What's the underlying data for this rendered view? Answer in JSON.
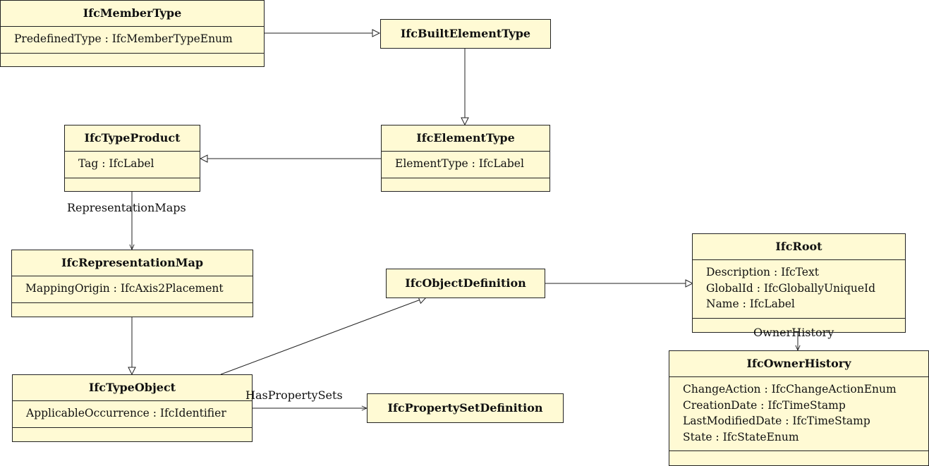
{
  "classes": {
    "member_type": {
      "name": "IfcMemberType",
      "attrs": [
        "PredefinedType : IfcMemberTypeEnum"
      ]
    },
    "built_element_type": {
      "name": "IfcBuiltElementType"
    },
    "type_product": {
      "name": "IfcTypeProduct",
      "attrs": [
        "Tag : IfcLabel"
      ]
    },
    "element_type": {
      "name": "IfcElementType",
      "attrs": [
        "ElementType : IfcLabel"
      ]
    },
    "representation_map": {
      "name": "IfcRepresentationMap",
      "attrs": [
        "MappingOrigin : IfcAxis2Placement"
      ]
    },
    "object_definition": {
      "name": "IfcObjectDefinition"
    },
    "root": {
      "name": "IfcRoot",
      "attrs": [
        "Description : IfcText",
        "GlobalId : IfcGloballyUniqueId",
        "Name : IfcLabel"
      ]
    },
    "type_object": {
      "name": "IfcTypeObject",
      "attrs": [
        "ApplicableOccurrence : IfcIdentifier"
      ]
    },
    "property_set_definition": {
      "name": "IfcPropertySetDefinition"
    },
    "owner_history": {
      "name": "IfcOwnerHistory",
      "attrs": [
        "ChangeAction : IfcChangeActionEnum",
        "CreationDate : IfcTimeStamp",
        "LastModifiedDate : IfcTimeStamp",
        "State : IfcStateEnum"
      ]
    }
  },
  "relations": {
    "representation_maps": "RepresentationMaps",
    "owner_history": "OwnerHistory",
    "has_property_sets": "HasPropertySets"
  }
}
